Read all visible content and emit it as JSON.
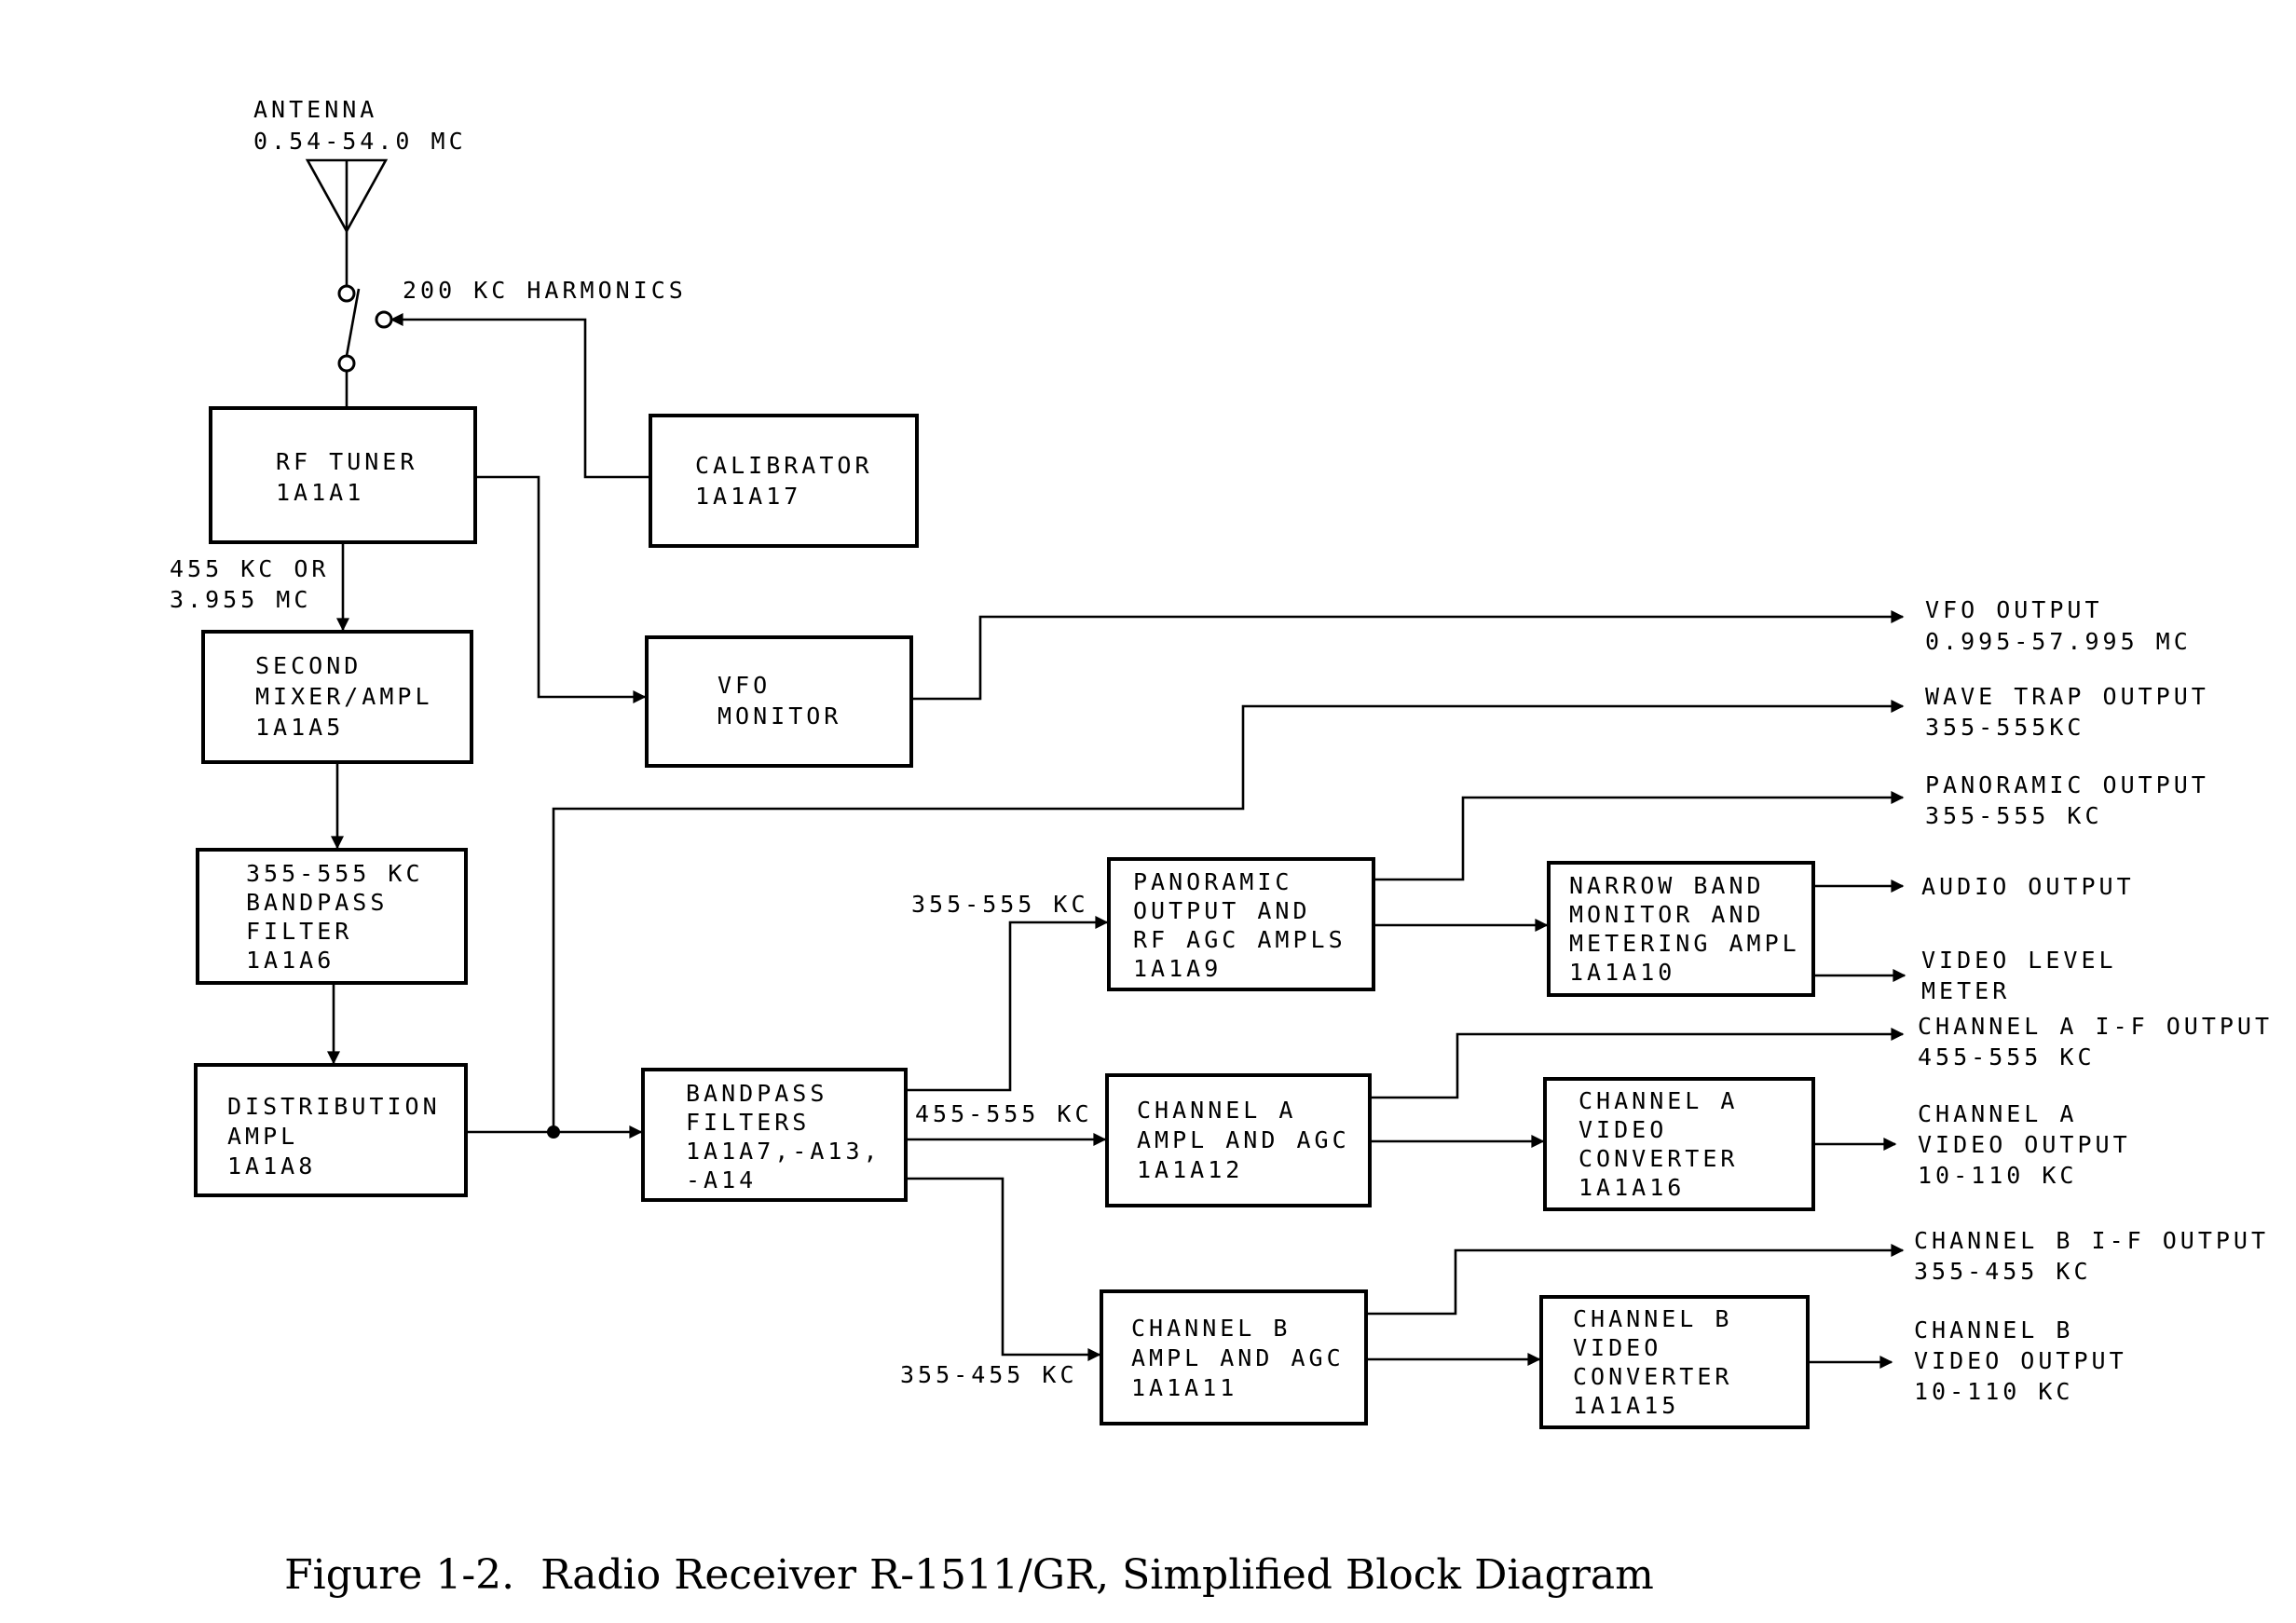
{
  "caption": "Figure 1-2.  Radio Receiver R-1511/GR, Simplified Block Diagram",
  "antenna": {
    "line1": "ANTENNA",
    "line2": "0.54-54.0 MC"
  },
  "signals": {
    "harmonics": "200 KC HARMONICS",
    "rf_out_1": "455 KC OR",
    "rf_out_2": "3.955 MC",
    "panoramic_in": "355-555 KC",
    "channel_a_in": "455-555 KC",
    "channel_b_in": "355-455 KC"
  },
  "blocks": {
    "rf_tuner": [
      "RF TUNER",
      "1A1A1"
    ],
    "calibrator": [
      "CALIBRATOR",
      "1A1A17"
    ],
    "second_mixer": [
      "SECOND",
      "MIXER/AMPL",
      "1A1A5"
    ],
    "vfo_monitor": [
      "VFO",
      "MONITOR"
    ],
    "bandpass_filter": [
      "355-555 KC",
      "BANDPASS",
      "FILTER",
      "1A1A6"
    ],
    "distribution_ampl": [
      "DISTRIBUTION",
      "AMPL",
      "1A1A8"
    ],
    "bandpass_filters": [
      "BANDPASS",
      "FILTERS",
      "1A1A7,-A13,",
      "-A14"
    ],
    "panoramic_ampl": [
      "PANORAMIC",
      "OUTPUT AND",
      "RF AGC AMPLS",
      "1A1A9"
    ],
    "narrow_band": [
      "NARROW BAND",
      "MONITOR AND",
      "METERING AMPL",
      "1A1A10"
    ],
    "channel_a_ampl": [
      "CHANNEL A",
      "AMPL AND AGC",
      "1A1A12"
    ],
    "channel_a_video": [
      "CHANNEL A",
      "VIDEO",
      "CONVERTER",
      "1A1A16"
    ],
    "channel_b_ampl": [
      "CHANNEL B",
      "AMPL AND AGC",
      "1A1A11"
    ],
    "channel_b_video": [
      "CHANNEL B",
      "VIDEO",
      "CONVERTER",
      "1A1A15"
    ]
  },
  "outputs": {
    "vfo": [
      "VFO OUTPUT",
      "0.995-57.995 MC"
    ],
    "wave_trap": [
      "WAVE TRAP OUTPUT",
      "355-555KC"
    ],
    "panoramic": [
      "PANORAMIC OUTPUT",
      "355-555 KC"
    ],
    "audio": [
      "AUDIO OUTPUT"
    ],
    "video_level": [
      "VIDEO LEVEL",
      "METER"
    ],
    "channel_a_if": [
      "CHANNEL A I-F OUTPUT",
      "455-555 KC"
    ],
    "channel_a_video": [
      "CHANNEL A",
      "VIDEO OUTPUT",
      "10-110 KC"
    ],
    "channel_b_if": [
      "CHANNEL B I-F OUTPUT",
      "355-455 KC"
    ],
    "channel_b_video": [
      "CHANNEL B",
      "VIDEO OUTPUT",
      "10-110 KC"
    ]
  }
}
